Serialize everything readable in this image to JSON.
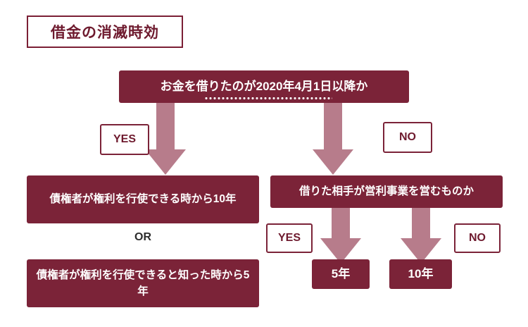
{
  "title": {
    "text": "借金の消滅時効"
  },
  "diagram": {
    "type": "flowchart",
    "accent_color": "#7b2338",
    "title_border_color": "#7b1f35",
    "nodes": [
      {
        "id": "q1",
        "kind": "question",
        "text": "お金を借りたのが2020年4月1日以降か"
      },
      {
        "id": "left1",
        "kind": "outcome",
        "text": "債権者が権利を行使できる時から10年"
      },
      {
        "id": "or",
        "kind": "connector-text",
        "text": "OR"
      },
      {
        "id": "left2",
        "kind": "outcome",
        "text": "債権者が権利を行使できると知った時から5年"
      },
      {
        "id": "q2",
        "kind": "question",
        "text": "借りた相手が営利事業を営むものか"
      },
      {
        "id": "r1",
        "kind": "result",
        "text": "5年"
      },
      {
        "id": "r2",
        "kind": "result",
        "text": "10年"
      }
    ],
    "labels": {
      "yes1": "YES",
      "no1": "NO",
      "yes2": "YES",
      "no2": "NO"
    }
  }
}
